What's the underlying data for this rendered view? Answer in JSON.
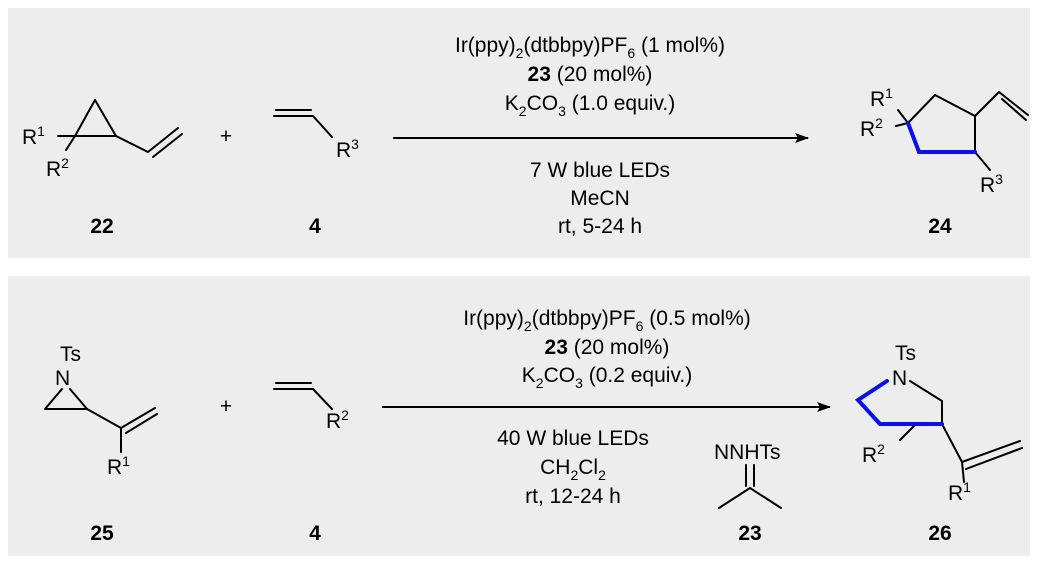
{
  "colors": {
    "panel": "#ededed",
    "highlight": "#0a10e8",
    "ink": "#000000"
  },
  "scheme1": {
    "reactant1_label": "22",
    "reactant2_label": "4",
    "product_label": "24",
    "plus": "+",
    "r1": "R",
    "r1_sup": "1",
    "r2": "R",
    "r2_sup": "2",
    "r3": "R",
    "r3_sup": "3",
    "prod_r1": "R",
    "prod_r1_sup": "1",
    "prod_r2": "R",
    "prod_r2_sup": "2",
    "prod_r3": "R",
    "prod_r3_sup": "3",
    "cat_a": "Ir(ppy)",
    "cat_sub1": "2",
    "cat_b": "(dtbbpy)PF",
    "cat_sub2": "6",
    "cat_load": " (1 mol%)",
    "cocat_num": "23",
    "cocat_load": " (20 mol%)",
    "base_a": "K",
    "base_sub1": "2",
    "base_b": "CO",
    "base_sub2": "3",
    "base_load": " (1.0 equiv.)",
    "light": "7 W blue LEDs",
    "solvent": "MeCN",
    "time": "rt, 5-24 h"
  },
  "scheme2": {
    "reactant1_label": "25",
    "reactant2_label": "4",
    "catalyst_label": "23",
    "product_label": "26",
    "plus": "+",
    "ts": "Ts",
    "n": "N",
    "r1": "R",
    "r1_sup": "1",
    "r2": "R",
    "r2_sup": "2",
    "prod_ts": "Ts",
    "prod_n": "N",
    "prod_r1": "R",
    "prod_r1_sup": "1",
    "prod_r2": "R",
    "prod_r2_sup": "2",
    "hydrazone": "NNHTs",
    "cat_a": "Ir(ppy)",
    "cat_sub1": "2",
    "cat_b": "(dtbbpy)PF",
    "cat_sub2": "6",
    "cat_load": " (0.5 mol%)",
    "cocat_num": "23",
    "cocat_load": " (20 mol%)",
    "base_a": "K",
    "base_sub1": "2",
    "base_b": "CO",
    "base_sub2": "3",
    "base_load": " (0.2 equiv.)",
    "light": "40 W blue LEDs",
    "solvent_a": "CH",
    "solvent_sub1": "2",
    "solvent_b": "Cl",
    "solvent_sub2": "2",
    "time": "rt, 12-24 h"
  }
}
